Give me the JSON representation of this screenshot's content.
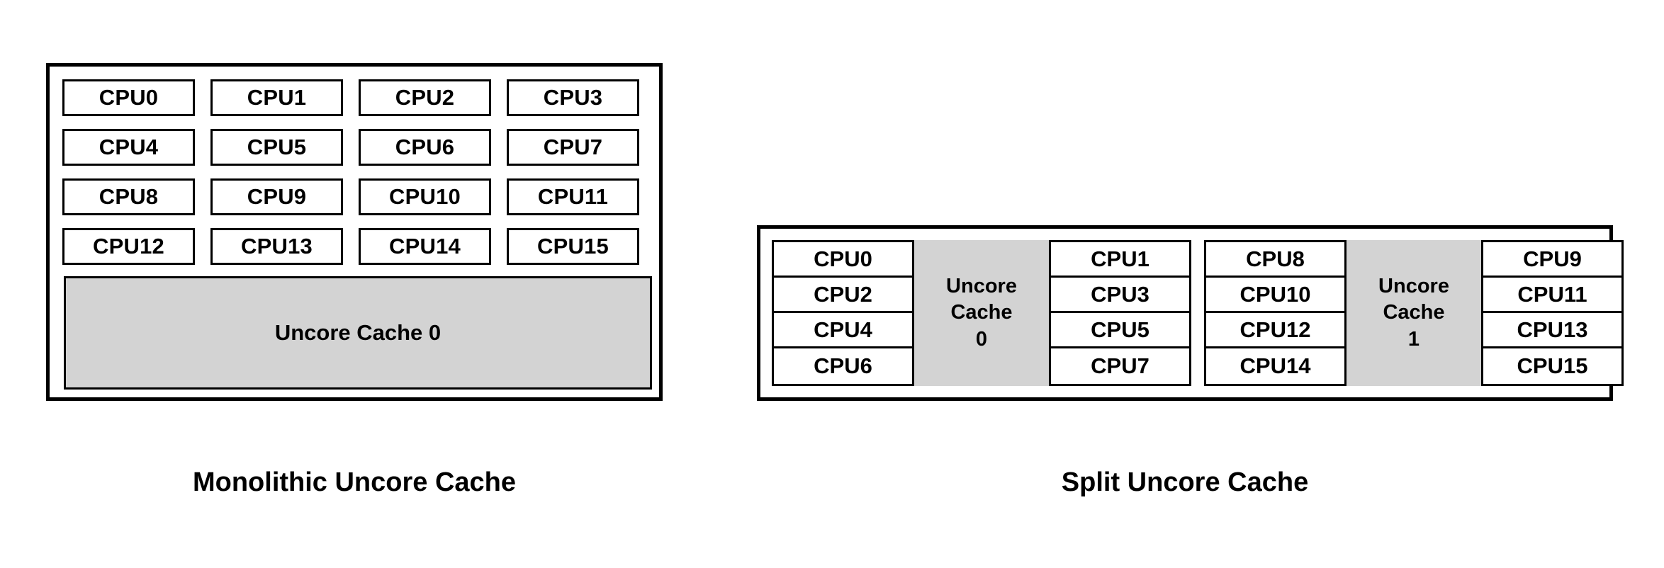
{
  "figure": {
    "background_color": "#ffffff",
    "line_color": "#000000",
    "cache_fill_color": "#d3d3d3"
  },
  "monolithic": {
    "caption": "Monolithic Uncore Cache",
    "cpu_rows": [
      [
        "CPU0",
        "CPU1",
        "CPU2",
        "CPU3"
      ],
      [
        "CPU4",
        "CPU5",
        "CPU6",
        "CPU7"
      ],
      [
        "CPU8",
        "CPU9",
        "CPU10",
        "CPU11"
      ],
      [
        "CPU12",
        "CPU13",
        "CPU14",
        "CPU15"
      ]
    ],
    "cache_label": "Uncore Cache 0"
  },
  "split": {
    "caption": "Split Uncore Cache",
    "groups": [
      {
        "left_column": [
          "CPU0",
          "CPU2",
          "CPU4",
          "CPU6"
        ],
        "cache_line1": "Uncore",
        "cache_line2": "Cache",
        "cache_line3": "0",
        "right_column": [
          "CPU1",
          "CPU3",
          "CPU5",
          "CPU7"
        ]
      },
      {
        "left_column": [
          "CPU8",
          "CPU10",
          "CPU12",
          "CPU14"
        ],
        "cache_line1": "Uncore",
        "cache_line2": "Cache",
        "cache_line3": "1",
        "right_column": [
          "CPU9",
          "CPU11",
          "CPU13",
          "CPU15"
        ]
      }
    ]
  }
}
